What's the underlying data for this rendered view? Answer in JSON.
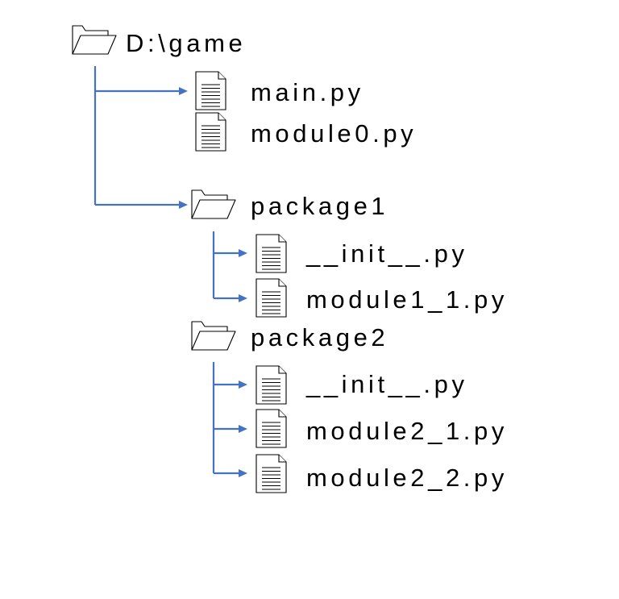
{
  "root": {
    "label": "D:\\game",
    "icon": "folder-icon"
  },
  "root_files": [
    {
      "label": "main.py",
      "icon": "file-icon"
    },
    {
      "label": "module0.py",
      "icon": "file-icon"
    }
  ],
  "packages": [
    {
      "label": "package1",
      "icon": "folder-icon",
      "files": [
        {
          "label": "__init__.py",
          "icon": "file-icon"
        },
        {
          "label": "module1_1.py",
          "icon": "file-icon"
        }
      ]
    },
    {
      "label": "package2",
      "icon": "folder-icon",
      "files": [
        {
          "label": "__init__.py",
          "icon": "file-icon"
        },
        {
          "label": "module2_1.py",
          "icon": "file-icon"
        },
        {
          "label": "module2_2.py",
          "icon": "file-icon"
        }
      ]
    }
  ],
  "colors": {
    "connector": "#4472c4",
    "text": "#000000",
    "background": "#ffffff"
  }
}
